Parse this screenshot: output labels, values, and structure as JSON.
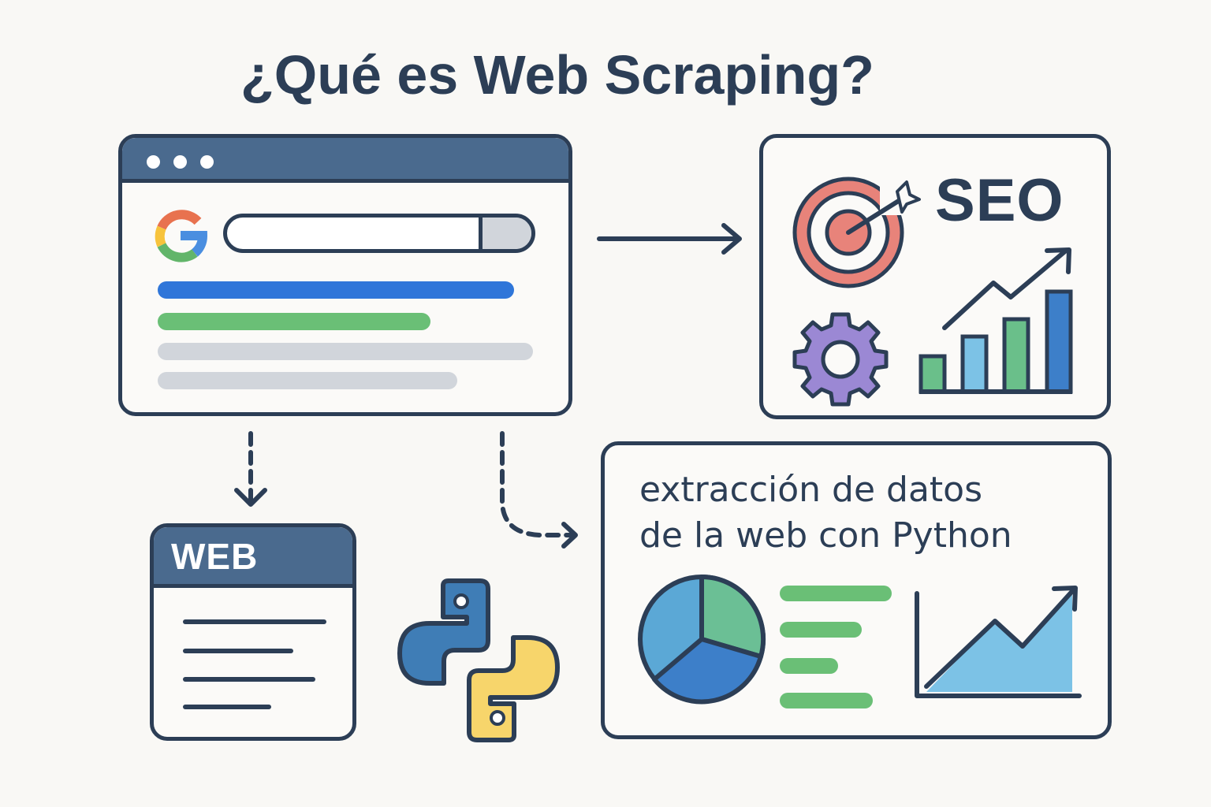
{
  "title": "¿Qué es Web Scraping?",
  "browser_panel": {
    "window_dots": 3,
    "logo": "google-g-logo",
    "search_placeholder": "",
    "result_lines": [
      {
        "color": "#2f76d9",
        "width_pct": 78
      },
      {
        "color": "#6abf76",
        "width_pct": 60
      },
      {
        "color": "#d1d5db",
        "width_pct": 82
      },
      {
        "color": "#d1d5db",
        "width_pct": 65
      }
    ]
  },
  "seo_panel": {
    "label": "SEO",
    "icons": [
      "target-arrow-icon",
      "gear-icon",
      "bar-chart-trend-icon"
    ],
    "bar_chart": {
      "values": [
        1,
        1.5,
        2,
        2.8
      ],
      "colors": [
        "#6abf8a",
        "#7cc2e6",
        "#6abf8a",
        "#3d7fc9"
      ]
    }
  },
  "web_doc": {
    "label": "WEB",
    "line_count": 4
  },
  "python_logo": {
    "name": "python-logo",
    "colors": {
      "blue": "#3f7db6",
      "yellow": "#f7d56b"
    }
  },
  "data_panel": {
    "line1": "extracción de datos",
    "line2": "de la web con Python",
    "icons": [
      "pie-chart-icon",
      "list-lines-icon",
      "area-chart-icon"
    ]
  },
  "arrows": [
    {
      "from": "browser_panel",
      "to": "seo_panel",
      "style": "solid"
    },
    {
      "from": "browser_panel",
      "to": "web_doc",
      "style": "dashed"
    },
    {
      "from": "browser_panel",
      "to": "data_panel",
      "style": "dashed-curved"
    }
  ],
  "colors": {
    "ink": "#2c3e56",
    "header_blue": "#4a6a8e",
    "background": "#f9f8f5",
    "target_red": "#e8837a",
    "gear_purple": "#9b88d4"
  }
}
